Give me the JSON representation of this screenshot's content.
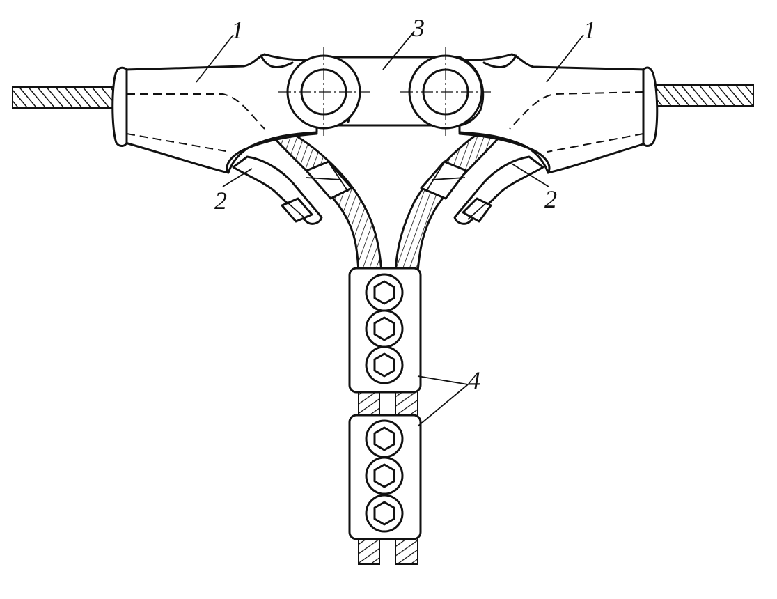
{
  "labels": {
    "strain_clamp_left": "1",
    "strain_clamp_right": "1",
    "yoke_plate": "3",
    "jumper_clamp_left": "2",
    "jumper_clamp_right": "2",
    "parallel_groove_clamp": "4"
  },
  "colors": {
    "ink": "#111111",
    "paper": "#ffffff"
  }
}
